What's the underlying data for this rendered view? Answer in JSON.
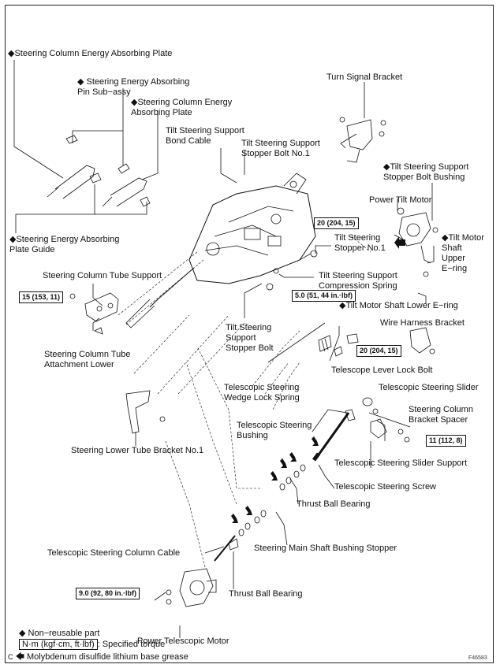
{
  "labels": {
    "steering_column_energy_absorbing_plate_top": "◆Steering Column Energy Absorbing Plate",
    "steering_energy_absorbing_pin": "◆ Steering Energy Absorbing\nPin Sub−assy",
    "steering_column_energy_absorbing_plate_2": "◆Steering Column Energy\nAbsorbing Plate",
    "tilt_steering_support_bond_cable": "Tilt Steering Support\nBond Cable",
    "tilt_steering_support_stopper_bolt_no1": "Tilt Steering Support\nStopper Bolt No.1",
    "turn_signal_bracket": "Turn Signal Bracket",
    "tilt_steering_support_stopper_bolt_bushing": "◆Tilt Steering Support\nStopper Bolt Bushing",
    "power_tilt_motor": "Power Tilt Motor",
    "steering_energy_absorbing_plate_guide": "◆Steering Energy Absorbing\nPlate Guide",
    "tilt_steering_stopper_no1": "Tilt Steering\nStopper No.1",
    "tilt_motor_shaft_upper_ering": "◆Tilt Motor\nShaft\nUpper\nE−ring",
    "steering_column_tube_support": "Steering Column Tube Support",
    "tilt_steering_support_compression_spring": "Tilt Steering Support\nCompression Spring",
    "tilt_motor_shaft_lower_ering": "◆Tilt Motor Shaft Lower E−ring",
    "wire_harness_bracket": "Wire Harness Bracket",
    "tilt_steering_support_stopper_bolt": "Tilt Steering\nSupport\nStopper Bolt",
    "steering_column_tube_attachment_lower": "Steering Column Tube\nAttachment Lower",
    "telescope_lever_lock_bolt": "Telescope Lever Lock Bolt",
    "telescopic_steering_wedge_lock_spring": "Telescopic Steering\nWedge Lock Spring",
    "telescopic_steering_slider": "Telescopic Steering Slider",
    "steering_column_bracket_spacer": "Steering Column\nBracket Spacer",
    "telescopic_steering_bushing": "Telescopic Steering\nBushing",
    "steering_lower_tube_bracket_no1": "Steering Lower Tube Bracket No.1",
    "telescopic_steering_slider_support": "Telescopic Steering Slider Support",
    "telescopic_steering_screw": "Telescopic Steering Screw",
    "thrust_ball_bearing_upper": "Thrust Ball Bearing",
    "steering_main_shaft_bushing_stopper": "Steering Main Shaft Bushing Stopper",
    "telescopic_steering_column_cable": "Telescopic Steering Column Cable",
    "thrust_ball_bearing_lower": "Thrust Ball Bearing",
    "power_telescopic_motor": "Power Telescopic Motor"
  },
  "torques": {
    "tq_tilt_stopper": "20 (204, 15)",
    "tq_column_tube_support": "15 (153, 11)",
    "tq_stopper_bolt": "5.0 (51, 44 in.·lbf)",
    "tq_telescope_lever": "20 (204, 15)",
    "tq_slider_support": "11 (112, 8)",
    "tq_telescopic_motor": "9.0 (92, 80 in.·lbf)"
  },
  "legend": {
    "non_reusable": "◆ Non−reusable part",
    "torque_unit": "N·m (kgf·cm, ft·lbf)",
    "torque_desc": ": Specified torque",
    "grease_mark": "C",
    "grease": "Molybdenum disulfide lithium base grease"
  },
  "figure_id": "F46583"
}
